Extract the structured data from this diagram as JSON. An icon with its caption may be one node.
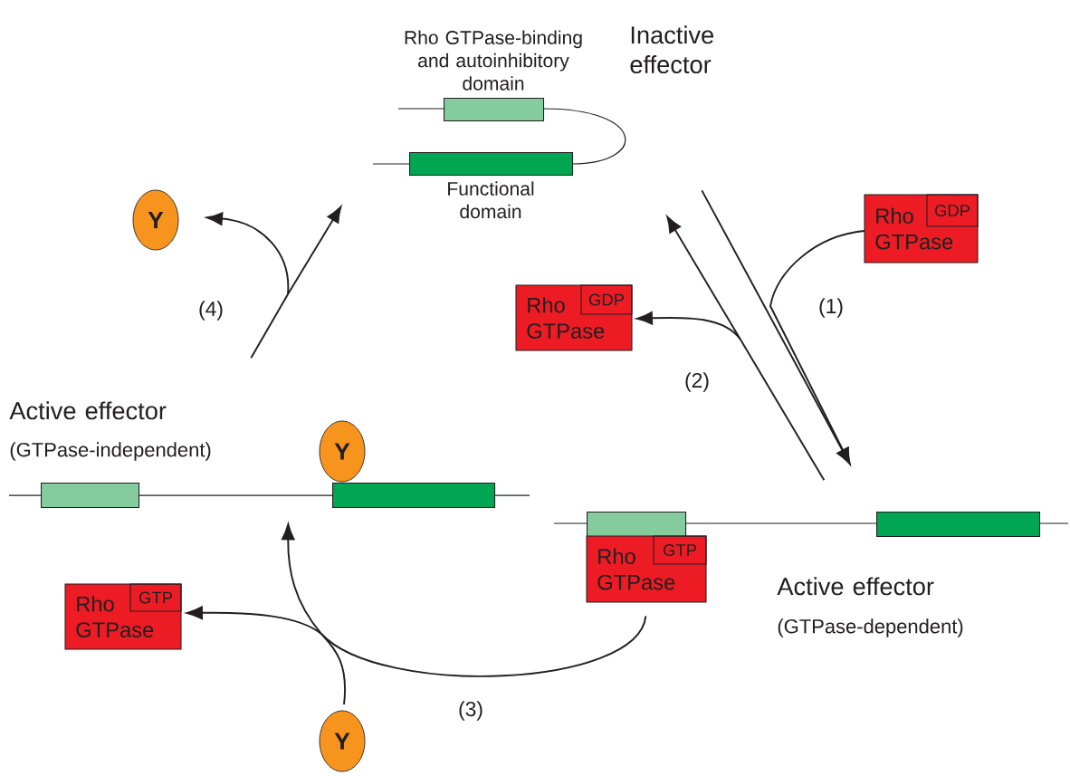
{
  "diagram": {
    "nodes": [
      {
        "text": [
          "Inactive effector"
        ]
      },
      {
        "text": [
          "Rho GTPase-binding and autoinhibitory domain"
        ],
        "in": 0
      },
      {
        "text": [
          "Functional domain"
        ],
        "in": 0
      },
      {
        "text": [
          "Y"
        ]
      },
      {
        "text": [
          "Rho GTPase"
        ]
      },
      {
        "text": [
          "GDP"
        ],
        "in": 4
      },
      {
        "text": [
          "Rho GTPase"
        ]
      },
      {
        "text": [
          "GDP"
        ],
        "in": 6
      },
      {
        "text": [
          "Active effector",
          "(GTPase-independent)"
        ]
      },
      {
        "text": [],
        "shape": "bar",
        "in": 8
      },
      {
        "text": [],
        "shape": "bar",
        "in": 8
      },
      {
        "text": [
          "Y"
        ],
        "in": 8
      },
      {
        "text": [
          "Active effector",
          "(GTPase-dependent)"
        ]
      },
      {
        "text": [],
        "shape": "bar",
        "in": 12
      },
      {
        "text": [],
        "shape": "bar",
        "in": 12
      },
      {
        "text": [
          "Rho GTPase"
        ],
        "in": 12
      },
      {
        "text": [
          "GTP"
        ],
        "in": 15
      },
      {
        "text": [
          "Rho GTPase"
        ]
      },
      {
        "text": [
          "GTP"
        ],
        "in": 17
      },
      {
        "text": [
          "Y"
        ]
      }
    ],
    "edges": [
      {
        "from": 0,
        "to": 12,
        "arrow": "to",
        "label": "(1)"
      },
      {
        "from": 4,
        "to": 12,
        "arrow": "to"
      },
      {
        "from": 12,
        "to": 0,
        "arrow": "to",
        "label": "(2)"
      },
      {
        "from": 12,
        "to": 6,
        "arrow": "to"
      },
      {
        "from": 8,
        "to": 0,
        "arrow": "to",
        "label": "(4)"
      },
      {
        "from": 8,
        "to": 3,
        "arrow": "to"
      },
      {
        "from": 12,
        "to": 8,
        "arrow": "to",
        "label": "(3)"
      },
      {
        "from": 19,
        "to": 8,
        "arrow": "to"
      },
      {
        "from": 12,
        "to": 17,
        "arrow": "to"
      },
      {
        "from": 19,
        "to": 17,
        "arrow": "to"
      }
    ]
  }
}
